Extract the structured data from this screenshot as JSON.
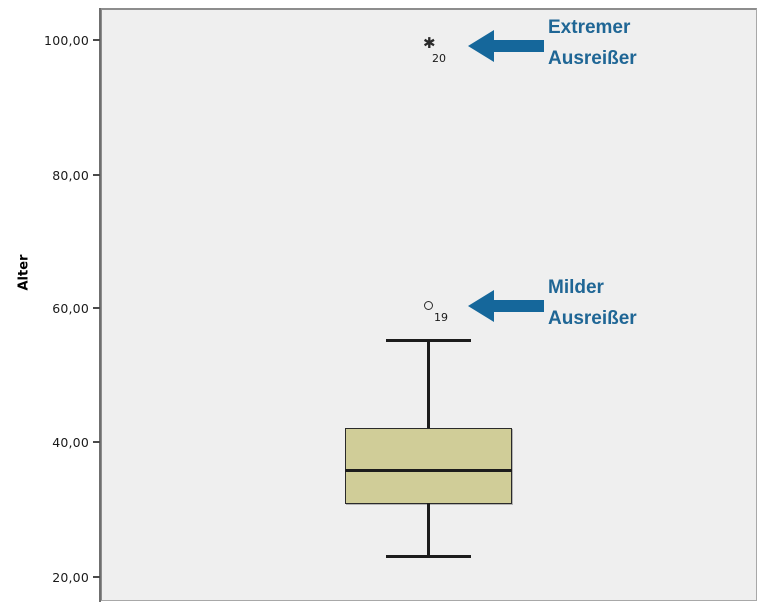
{
  "chart_data": {
    "type": "box",
    "title": "",
    "xlabel": "",
    "ylabel": "Alter",
    "ylim": [
      17.0,
      104.5
    ],
    "y_ticks": [
      20,
      40,
      60,
      80,
      100
    ],
    "y_tick_labels": [
      "20,00",
      "40,00",
      "60,00",
      "80,00",
      "100,00"
    ],
    "grid": false,
    "legend": null,
    "background": "#efefef",
    "box_fill": "#d0cd98",
    "series": [
      {
        "name": "Alter",
        "min_whisker": 23,
        "q1": 31,
        "median": 35.5,
        "q3": 42,
        "max_whisker": 55,
        "outliers": [
          {
            "value": 60,
            "label": "19",
            "kind": "mild",
            "marker": "circle"
          },
          {
            "value": 99,
            "label": "20",
            "kind": "extreme",
            "marker": "star"
          }
        ]
      }
    ]
  },
  "axis": {
    "y_title": "Alter",
    "ticks": [
      {
        "label": "100,00",
        "value": 100
      },
      {
        "label": "80,00",
        "value": 80
      },
      {
        "label": "60,00",
        "value": 60
      },
      {
        "label": "40,00",
        "value": 40
      },
      {
        "label": "20,00",
        "value": 20
      }
    ]
  },
  "annotations": [
    {
      "id": "extreme",
      "line1": "Extremer",
      "line2": "Ausreißer",
      "color": "#1f6695",
      "arrow_color": "#15679b",
      "points_to": "star-outlier-20"
    },
    {
      "id": "mild",
      "line1": "Milder",
      "line2": "Ausreißer",
      "color": "#1f6695",
      "arrow_color": "#15679b",
      "points_to": "circle-outlier-19"
    }
  ],
  "markers": {
    "star_glyph": "★",
    "extreme_label": "20",
    "mild_label": "19"
  }
}
